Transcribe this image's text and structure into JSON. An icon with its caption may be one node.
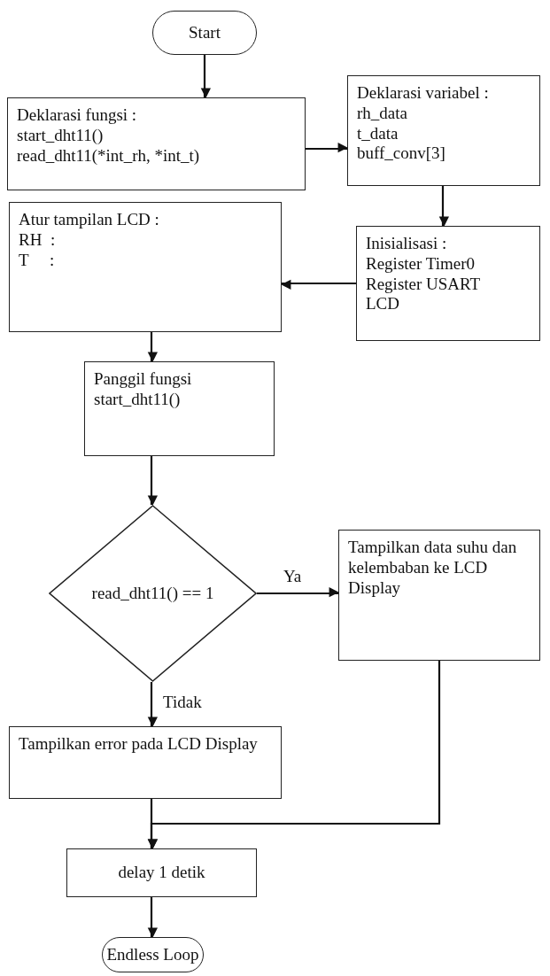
{
  "diagram": {
    "nodes": [
      {
        "text": [
          "Start"
        ]
      },
      {
        "text": [
          "Deklarasi fungsi :",
          "start_dht11()",
          "read_dht11(*int_rh, *int_t)"
        ]
      },
      {
        "text": [
          "Deklarasi variabel :",
          "rh_data",
          "t_data",
          "buff_conv[3]"
        ]
      },
      {
        "text": [
          "Inisialisasi :",
          "Register Timer0",
          "Register USART",
          "LCD"
        ]
      },
      {
        "text": [
          "Atur tampilan LCD :",
          "RH  :",
          "T     :"
        ]
      },
      {
        "text": [
          "Panggil fungsi start_dht11()"
        ]
      },
      {
        "text": [
          "read_dht11() == 1"
        ]
      },
      {
        "text": [
          "Tampilkan data suhu dan kelembaban ke LCD Display"
        ]
      },
      {
        "text": [
          "Tampilkan error pada LCD Display"
        ]
      },
      {
        "text": [
          "delay 1 detik"
        ]
      },
      {
        "text": [
          "Endless Loop"
        ]
      }
    ],
    "edges": [
      {
        "from": 0,
        "to": 1,
        "arrow": "to"
      },
      {
        "from": 1,
        "to": 2,
        "arrow": "to"
      },
      {
        "from": 2,
        "to": 3,
        "arrow": "to"
      },
      {
        "from": 3,
        "to": 4,
        "arrow": "to"
      },
      {
        "from": 4,
        "to": 5,
        "arrow": "to"
      },
      {
        "from": 5,
        "to": 6,
        "arrow": "to"
      },
      {
        "from": 6,
        "to": 7,
        "arrow": "to",
        "label": "Ya"
      },
      {
        "from": 6,
        "to": 8,
        "arrow": "to",
        "label": "Tidak"
      },
      {
        "from": 8,
        "to": 9,
        "arrow": "to"
      },
      {
        "from": 7,
        "to": 9,
        "arrow": "to"
      },
      {
        "from": 9,
        "to": 10,
        "arrow": "to"
      }
    ]
  }
}
